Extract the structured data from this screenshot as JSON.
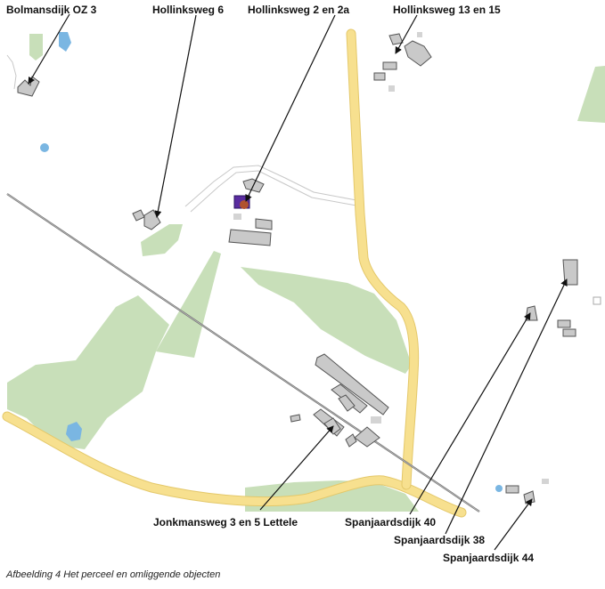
{
  "map": {
    "labels": {
      "bolmansdijk": "Bolmansdijk OZ 3",
      "hollinksweg_6": "Hollinksweg 6",
      "hollinksweg_2": "Hollinksweg 2 en 2a",
      "hollinksweg_13": "Hollinksweg 13 en 15",
      "jonkmansweg": "Jonkmansweg 3 en 5 Lettele",
      "spanjaardsdijk_40": "Spanjaardsdijk 40",
      "spanjaardsdijk_38": "Spanjaardsdijk 38",
      "spanjaardsdijk_44": "Spanjaardsdijk 44"
    },
    "colors": {
      "road": "#f7e08f",
      "road_edge": "#e4c86a",
      "meadow": "#c8dfb9",
      "water": "#7ab6e2",
      "building": "#c9c9c9",
      "building_edge": "#555555",
      "railway": "#777777",
      "parcel": "#5a2ca0",
      "parcel_fill": "#b0522e"
    }
  },
  "caption": "Afbeelding 4 Het perceel en omliggende objecten"
}
